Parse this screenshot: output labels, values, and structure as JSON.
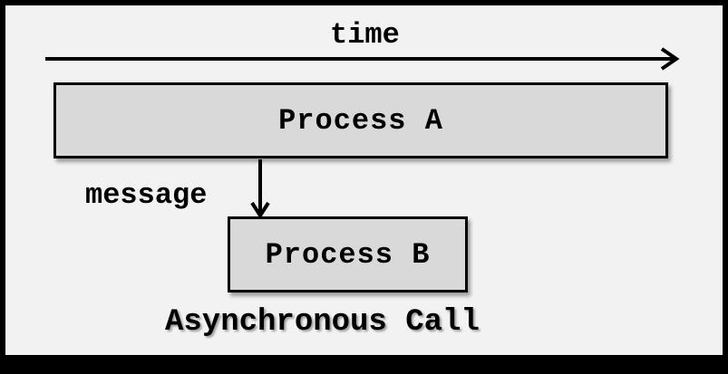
{
  "diagram": {
    "axis_label": "time",
    "process_a": "Process A",
    "process_b": "Process B",
    "message_label": "message",
    "caption": "Asynchronous Call",
    "colors": {
      "background": "#f2f2f2",
      "box_fill": "#d9d9d9",
      "stroke": "#000000",
      "frame": "#000000"
    }
  }
}
